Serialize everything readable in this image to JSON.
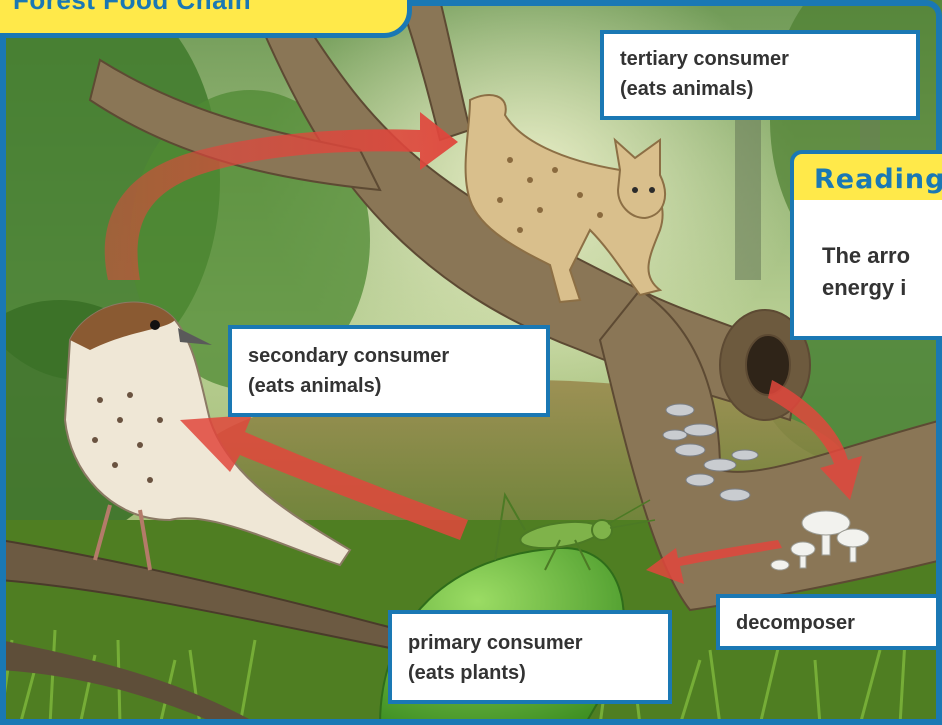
{
  "title": "Forest Food Chain",
  "labels": {
    "tertiary": [
      "tertiary consumer",
      "(eats animals)"
    ],
    "secondary": [
      "secondary consumer",
      "(eats animals)"
    ],
    "primary": [
      "primary consumer",
      "(eats plants)"
    ],
    "decomposer": [
      "decomposer"
    ]
  },
  "reading_check": {
    "heading": "Reading",
    "text": [
      "The arro",
      "energy i"
    ]
  },
  "colors": {
    "border": "#1a78b4",
    "tab": "#ffe94a",
    "arrow": "#e0463c"
  }
}
